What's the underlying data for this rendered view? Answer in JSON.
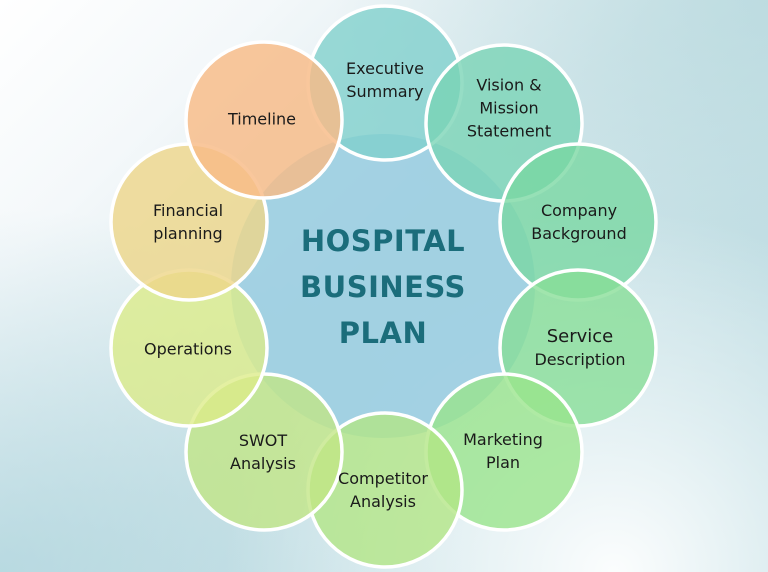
{
  "title": {
    "line1": "HOSPITAL",
    "line2": "BUSINESS",
    "line3": "PLAN"
  },
  "colors": {
    "title_text": "#1b6d7b",
    "center_fill": "#9fd0e2",
    "border": "#ffffff"
  },
  "nodes": [
    {
      "id": "executive-summary",
      "line1": "Executive",
      "line2": "Summary",
      "line3": "",
      "color": "#7fd0cc"
    },
    {
      "id": "vision-mission",
      "line1": "Vision &",
      "line2": "Mission",
      "line3": "Statement",
      "color": "#79d3b5"
    },
    {
      "id": "company-background",
      "line1": "Company",
      "line2": "Background",
      "line3": "",
      "color": "#7fd8a6"
    },
    {
      "id": "service-description",
      "line1": "Service",
      "line2": "Description",
      "line3": "",
      "color": "#8ade96"
    },
    {
      "id": "marketing-plan",
      "line1": "Marketing",
      "line2": "Plan",
      "line3": "",
      "color": "#9ce48e"
    },
    {
      "id": "competitor-analysis",
      "line1": "Competitor",
      "line2": "Analysis",
      "line3": "",
      "color": "#b6e88a"
    },
    {
      "id": "swot-analysis",
      "line1": "SWOT",
      "line2": "Analysis",
      "line3": "",
      "color": "#c5e88a"
    },
    {
      "id": "operations",
      "line1": "Operations",
      "line2": "",
      "line3": "",
      "color": "#dfee8e"
    },
    {
      "id": "financial-planning",
      "line1": "Financial",
      "line2": "planning",
      "line3": "",
      "color": "#f0d98e"
    },
    {
      "id": "timeline",
      "line1": "Timeline",
      "line2": "",
      "line3": "",
      "color": "#f8bf8c"
    }
  ]
}
